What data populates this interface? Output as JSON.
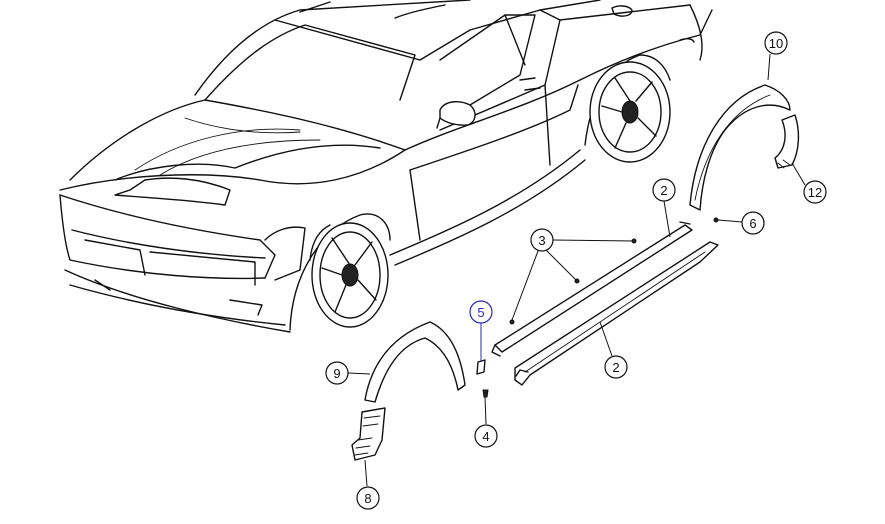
{
  "callouts": [
    "10",
    "12",
    "6",
    "2",
    "3",
    "2",
    "5",
    "9",
    "4",
    "8"
  ],
  "colors": {
    "line": "#111111",
    "highlight": "#2a2ab8",
    "background": "#ffffff"
  }
}
